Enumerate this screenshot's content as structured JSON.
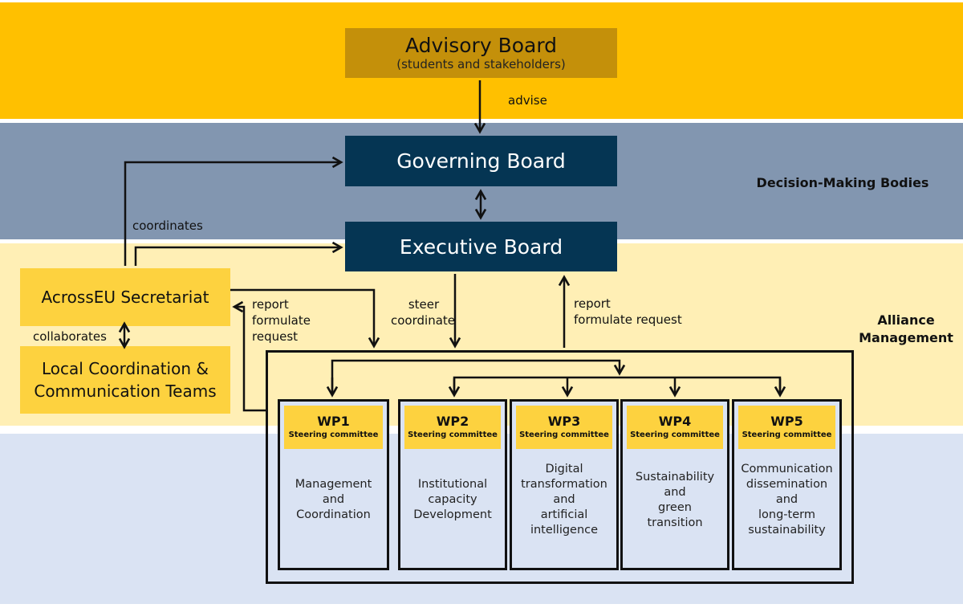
{
  "colors": {
    "advisory_band": "#FFC000",
    "decision_band": "#8296B0",
    "alliance_band": "#FFEFB5",
    "workpackage_band": "#DAE3F3",
    "advisory_box": "#C4900A",
    "board_box": "#053553",
    "secretariat_box": "#FDD23F",
    "wp_header": "#FDD23F",
    "line": "#111111"
  },
  "advisory_board": {
    "title": "Advisory Board",
    "subtitle": "(students and stakeholders)"
  },
  "governing_board": {
    "title": "Governing Board"
  },
  "executive_board": {
    "title": "Executive Board"
  },
  "secretariat": {
    "title": "AcrossEU Secretariat"
  },
  "local_teams": {
    "line1": "Local Coordination &",
    "line2": "Communication Teams"
  },
  "band_titles": {
    "decision": "Decision-Making Bodies",
    "alliance_line1": "Alliance",
    "alliance_line2": "Management"
  },
  "edge_labels": {
    "advise": "advise",
    "coordinates": "coordinates",
    "collaborates": "collaborates",
    "report_left": [
      "report",
      "formulate",
      "request"
    ],
    "steer": [
      "steer",
      "coordinate"
    ],
    "report_right": [
      "report",
      "formulate request"
    ]
  },
  "work_packages": [
    {
      "id": "WP1",
      "committee": "Steering committee",
      "lines": [
        "Management",
        "and",
        "Coordination"
      ]
    },
    {
      "id": "WP2",
      "committee": "Steering committee",
      "lines": [
        "Institutional",
        "capacity",
        "Development"
      ]
    },
    {
      "id": "WP3",
      "committee": "Steering committee",
      "lines": [
        "Digital",
        "transformation",
        "and",
        "artificial",
        "intelligence"
      ]
    },
    {
      "id": "WP4",
      "committee": "Steering committee",
      "lines": [
        "Sustainability",
        "and",
        "green",
        "transition"
      ]
    },
    {
      "id": "WP5",
      "committee": "Steering committee",
      "lines": [
        "Communication",
        "dissemination",
        "and",
        "long-term",
        "sustainability"
      ]
    }
  ]
}
